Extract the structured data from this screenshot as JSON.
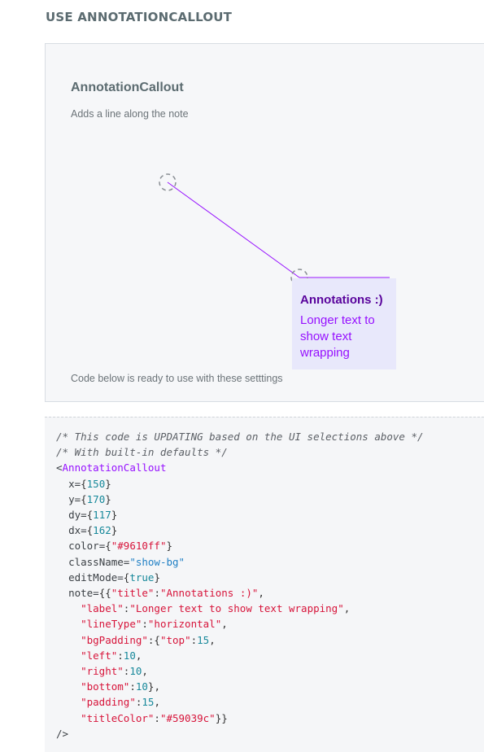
{
  "page": {
    "heading": "USE ANNOTATIONCALLOUT"
  },
  "demo": {
    "title": "AnnotationCallout",
    "description": "Adds a line along the note",
    "footer": "Code below is ready to use with these setttings",
    "note": {
      "title": "Annotations :)",
      "label_lines": [
        "Longer text to",
        "show text",
        "wrapping"
      ]
    },
    "colors": {
      "line": "#9610ff",
      "title": "#59039c",
      "note_bg": "#e8e8fb",
      "handle": "#8a8f94"
    }
  },
  "code": {
    "comment1": "/* This code is UPDATING based on the UI selections above */",
    "comment2": "/* With built-in defaults */",
    "open": "<",
    "component": "AnnotationCallout",
    "x_key": "x=",
    "x_val": "150",
    "y_key": "y=",
    "y_val": "170",
    "dy_key": "dy=",
    "dy_val": "117",
    "dx_key": "dx=",
    "dx_val": "162",
    "color_key": "color=",
    "color_val": "\"#9610ff\"",
    "class_key": "className=",
    "class_val": "\"show-bg\"",
    "edit_key": "editMode=",
    "edit_val": "true",
    "note_key": "note=",
    "title_key": "\"title\"",
    "title_val": "\"Annotations :)\"",
    "label_key": "\"label\"",
    "label_val": "\"Longer text to show text wrapping\"",
    "linetype_key": "\"lineType\"",
    "linetype_val": "\"horizontal\"",
    "bgpadding_key": "\"bgPadding\"",
    "top_key": "\"top\"",
    "top_val": "15",
    "left_key": "\"left\"",
    "left_val": "10",
    "right_key": "\"right\"",
    "right_val": "10",
    "bottom_key": "\"bottom\"",
    "bottom_val": "10",
    "padding_key": "\"padding\"",
    "padding_val": "15",
    "titlecolor_key": "\"titleColor\"",
    "titlecolor_val": "\"#59039c\"",
    "close": "/>"
  }
}
